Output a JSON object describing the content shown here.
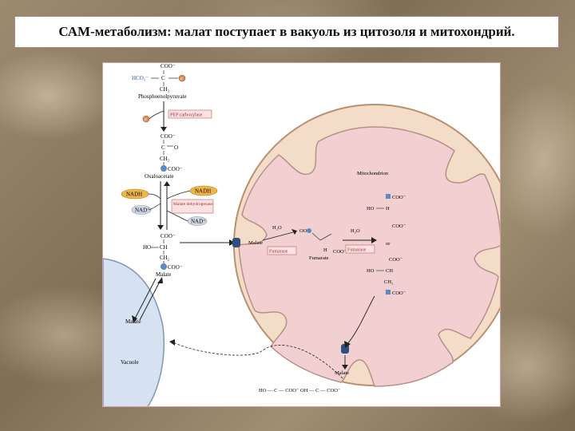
{
  "title": "САМ-метаболизм: малат поступает в вакуоль из цитозоля и митохондрий.",
  "diagram": {
    "pep": {
      "top": "COO⁻",
      "hco3": "HCO₃⁻",
      "c": "C",
      "ch2": "CH₂",
      "name": "Phosphoenolpyruvate"
    },
    "p_label": "P",
    "pep_carboxylase": "PEP carboxylase",
    "oxaloacetate": {
      "coo1": "COO⁻",
      "c": "C",
      "o": "O",
      "ch2": "CH₂",
      "coo2": "COO⁻",
      "name": "Oxaloacetate"
    },
    "nadh": "NADH",
    "nad": "NAD⁺",
    "malate_dehydrogenase": "Malate dehydrogenase",
    "malate_cyt": {
      "coo1": "COO⁻",
      "ho": "HO",
      "ch": "CH",
      "ch2": "CH₂",
      "coo2": "COO⁻",
      "name": "Malate"
    },
    "vacuole_malate": "Malate",
    "vacuole": "Vacuole",
    "mitochondrion": "Mitochondrion",
    "mito_malate": "Malate",
    "water": "H₂O",
    "fumarase": "Fumarase",
    "fumarate": "Fumarate",
    "fumarate_coo": "OOC",
    "fumarate_coo2": "COO⁻",
    "fumarate_h": "H",
    "h2o_right": "H₂O",
    "or_label": "or",
    "right_ho": "HO",
    "right_h": "H",
    "right_coo": "COO⁻",
    "right_coo_top": "COO⁻",
    "right_malate_ho": "HO",
    "right_malate_ch": "CH",
    "right_malate_ch2": "CH₂",
    "right_malate_coo": "COO⁻",
    "bottom_malate": "Malate",
    "bottom_formula": "HO — C — COO⁻  OH — C — COO⁻"
  }
}
